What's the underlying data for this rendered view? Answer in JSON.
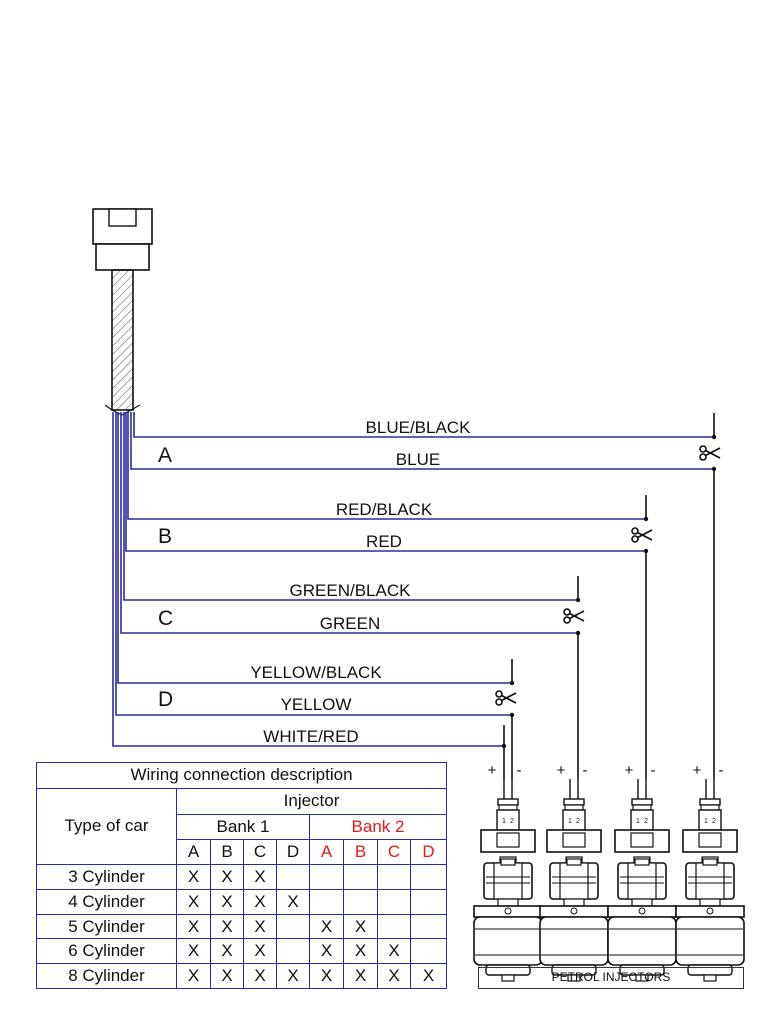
{
  "wires": {
    "blue_black": "BLUE/BLACK",
    "blue": "BLUE",
    "red_black": "RED/BLACK",
    "red": "RED",
    "green_black": "GREEN/BLACK",
    "green": "GREEN",
    "yellow_black": "YELLOW/BLACK",
    "yellow": "YELLOW",
    "white_red": "WHITE/RED"
  },
  "groups": [
    "A",
    "B",
    "C",
    "D"
  ],
  "terminals": {
    "plus": "+",
    "minus": "-"
  },
  "pins": [
    "1",
    "2"
  ],
  "colors": {
    "wire": "#2a2aa8",
    "bank2": "#e31b1b",
    "line": "#111111"
  },
  "table": {
    "title": "Wiring connection description",
    "type_header": "Type of car",
    "injector_header": "Injector",
    "bank1": "Bank 1",
    "bank2": "Bank 2",
    "columns": [
      "A",
      "B",
      "C",
      "D",
      "A",
      "B",
      "C",
      "D"
    ],
    "rows": [
      {
        "label": "3 Cylinder",
        "cells": [
          "X",
          "X",
          "X",
          "",
          "",
          "",
          "",
          ""
        ]
      },
      {
        "label": "4 Cylinder",
        "cells": [
          "X",
          "X",
          "X",
          "X",
          "",
          "",
          "",
          ""
        ]
      },
      {
        "label": "5 Cylinder",
        "cells": [
          "X",
          "X",
          "X",
          "",
          "X",
          "X",
          "",
          ""
        ]
      },
      {
        "label": "6 Cylinder",
        "cells": [
          "X",
          "X",
          "X",
          "",
          "X",
          "X",
          "X",
          ""
        ]
      },
      {
        "label": "8 Cylinder",
        "cells": [
          "X",
          "X",
          "X",
          "X",
          "X",
          "X",
          "X",
          "X"
        ]
      }
    ]
  },
  "injectors_caption": "PETROL INJECTORS"
}
